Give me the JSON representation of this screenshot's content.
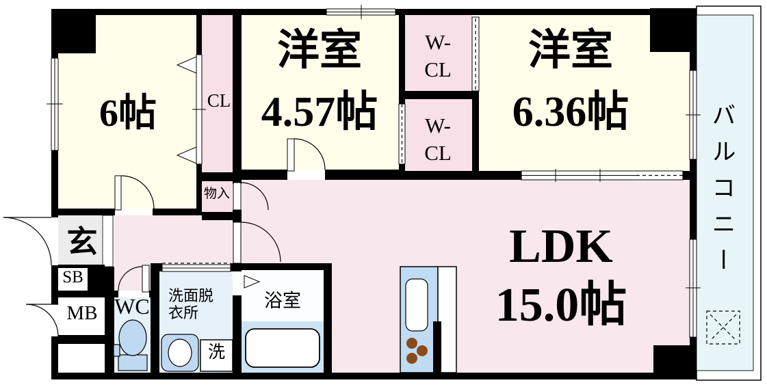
{
  "floor_plan": {
    "colors": {
      "wall": "#000000",
      "room-cream": "#FFFEEB",
      "closet-pink": "#F7E0E8",
      "ldk-pink": "#F9E7EE",
      "wet-blue": "#E7F1FA",
      "bath-upper": "#FBFDFF",
      "bath-blue": "#CCE3F6",
      "fixture-blue": "#BFD9F2",
      "kitchen-blue": "#BFDCF4",
      "balcony-blue": "#E8F5F8",
      "genkan-gray": "#ECECEC",
      "burner-brown": "#8A4A1A"
    },
    "rooms": {
      "bedroom_6": {
        "label": "6帖"
      },
      "closet": {
        "label": "CL"
      },
      "bedroom_457": {
        "line1": "洋室",
        "line2": "4.57帖"
      },
      "wcl_upper": {
        "line1": "W-",
        "line2": "CL"
      },
      "wcl_lower": {
        "line1": "W-",
        "line2": "CL"
      },
      "bedroom_636": {
        "line1": "洋室",
        "line2": "6.36帖"
      },
      "balcony": {
        "label": "バルコニー"
      },
      "storage": {
        "label": "物入"
      },
      "ldk": {
        "line1": "LDK",
        "line2": "15.0帖"
      },
      "entrance": {
        "label": "玄"
      },
      "shoe_box": {
        "label": "SB"
      },
      "meter_box": {
        "label": "MB"
      },
      "toilet": {
        "label": "WC"
      },
      "washroom": {
        "line1": "洗面脱",
        "line2": "衣所"
      },
      "bathroom": {
        "label": "浴室"
      },
      "washer": {
        "label": "洗"
      }
    }
  }
}
